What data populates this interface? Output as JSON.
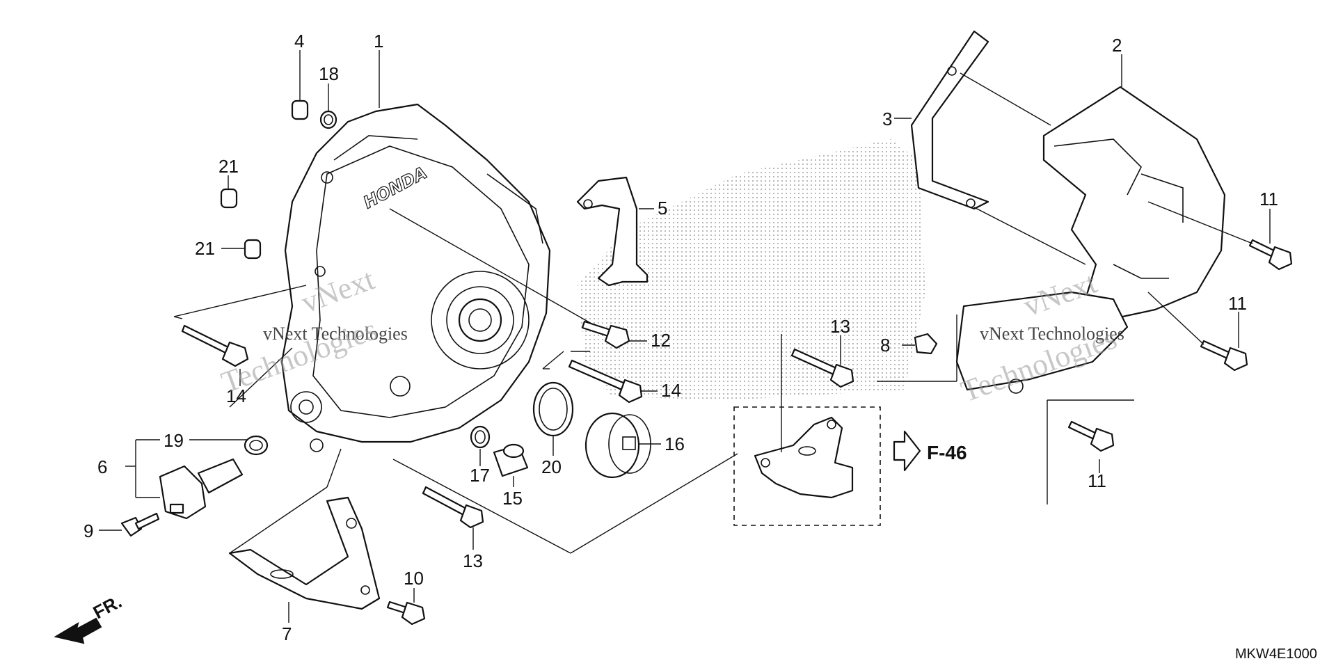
{
  "diagram": {
    "callouts": {
      "c1": "1",
      "c2": "2",
      "c3": "3",
      "c4": "4",
      "c5": "5",
      "c6": "6",
      "c7": "7",
      "c8": "8",
      "c9": "9",
      "c10": "10",
      "c11a": "11",
      "c11b": "11",
      "c11c": "11",
      "c12": "12",
      "c13a": "13",
      "c13b": "13",
      "c14a": "14",
      "c14b": "14",
      "c15": "15",
      "c16": "16",
      "c17": "17",
      "c18": "18",
      "c19": "19",
      "c20": "20",
      "c21a": "21",
      "c21b": "21"
    },
    "reference": "F-46",
    "direction": "FR.",
    "logo_text": "HONDA",
    "watermark_line1": "vNext Technologies",
    "watermark_line2": "vNext",
    "watermark_line3": "Technologies",
    "code": "MKW4E1000"
  }
}
